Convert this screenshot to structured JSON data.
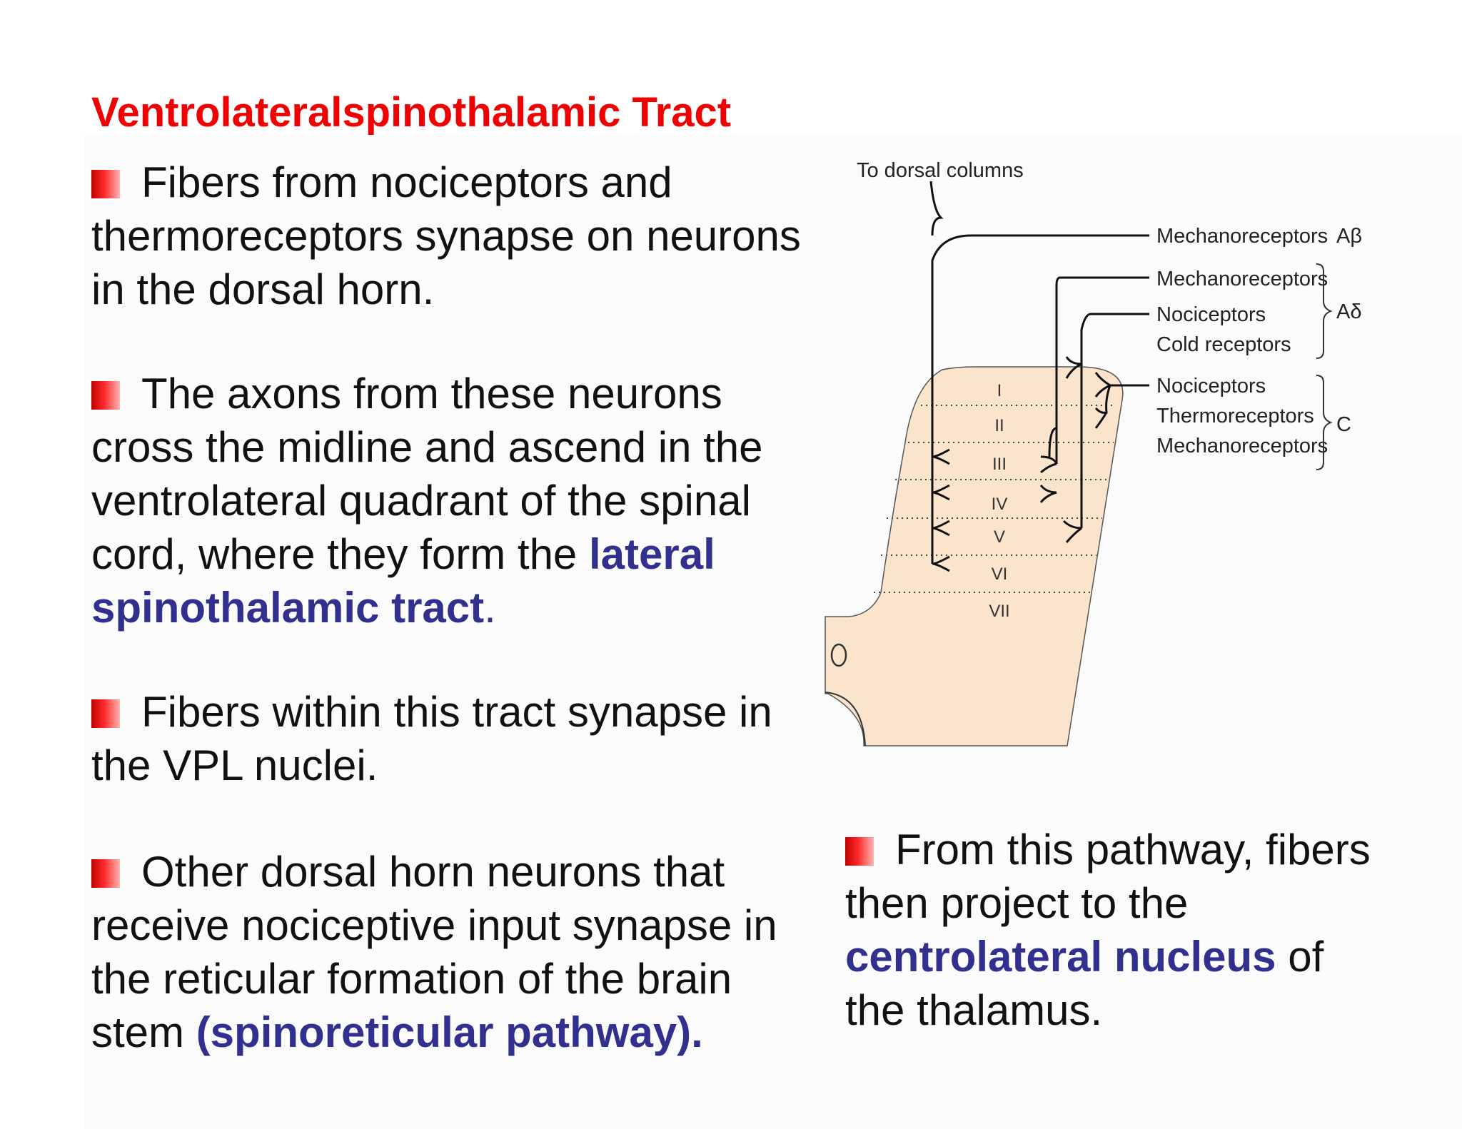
{
  "slide": {
    "title": "Ventrolateralspinothalamic Tract",
    "bullets": [
      {
        "text": "Fibers from nociceptors and thermoreceptors synapse on neurons in the dorsal horn."
      },
      {
        "text_before": "The axons from these neurons cross the midline and ascend in the ventrolateral quadrant of the spinal cord, where they form the ",
        "highlight": "lateral spinothalamic tract",
        "text_after": "."
      },
      {
        "text": "Fibers within this tract synapse in the VPL nuclei."
      },
      {
        "text_before": "Other dorsal horn neurons that receive nociceptive input synapse in the reticular formation of the brain stem ",
        "highlight": "(spinoreticular pathway)."
      },
      {
        "text_before": "From this pathway, fibers then project to the ",
        "highlight": "centrolateral nucleus",
        "text_after": " of the thalamus."
      }
    ]
  },
  "diagram": {
    "top_label": "To dorsal columns",
    "receptor_labels": [
      "Mechanoreceptors",
      "Mechanoreceptors",
      "Nociceptors",
      "Cold receptors",
      "Nociceptors",
      "Thermoreceptors",
      "Mechanoreceptors"
    ],
    "fiber_classes": [
      "Aβ",
      "Aδ",
      "C"
    ],
    "laminae": [
      "I",
      "II",
      "III",
      "IV",
      "V",
      "VI",
      "VII"
    ]
  },
  "colors": {
    "title": "#f00000",
    "highlight": "#32308f",
    "gray_matter": "#fae4cc",
    "bullet": "#e01010"
  }
}
